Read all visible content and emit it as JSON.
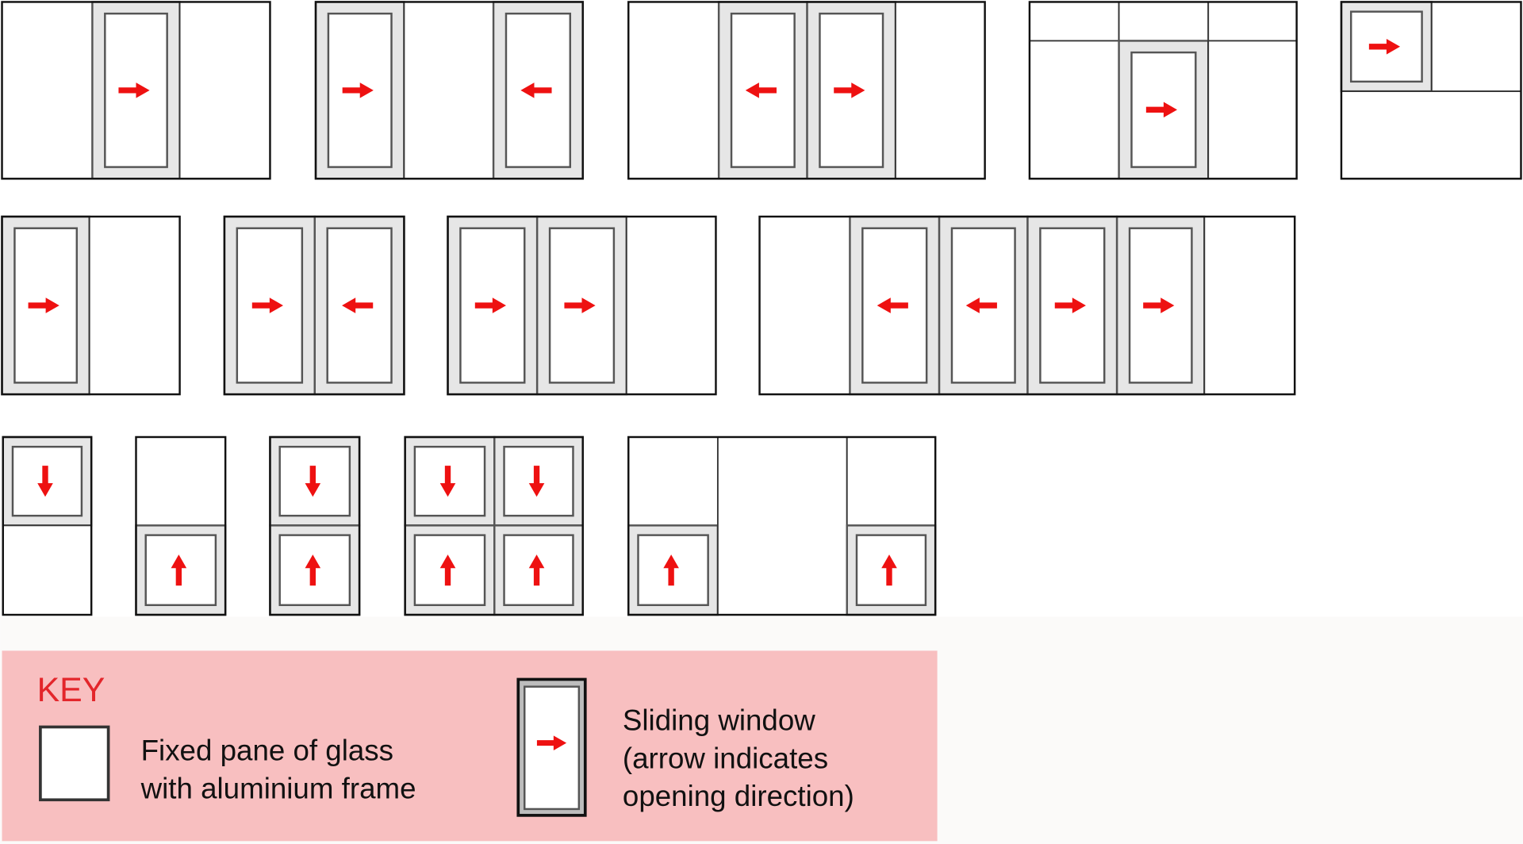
{
  "colors": {
    "frame": "#111111",
    "sash_fill": "#e6e6e6",
    "sash_border": "#555555",
    "arrow": "#ee1111",
    "key_background": "#f8bfc0",
    "key_title": "#e3262b"
  },
  "windows": [
    {
      "name": "fixed-slide-fixed",
      "panes": [
        {
          "type": "fixed"
        },
        {
          "type": "sliding",
          "direction": "right"
        },
        {
          "type": "fixed"
        }
      ]
    },
    {
      "name": "slide-fixed-slide",
      "panes": [
        {
          "type": "sliding",
          "direction": "right"
        },
        {
          "type": "fixed"
        },
        {
          "type": "sliding",
          "direction": "left"
        }
      ]
    },
    {
      "name": "fixed-slide-slide-fixed",
      "panes": [
        {
          "type": "fixed"
        },
        {
          "type": "sliding",
          "direction": "left"
        },
        {
          "type": "sliding",
          "direction": "right"
        },
        {
          "type": "fixed"
        }
      ]
    },
    {
      "name": "transom-centre-slide",
      "panes": [
        {
          "type": "fixed"
        },
        {
          "type": "fixed"
        },
        {
          "type": "fixed"
        },
        {
          "type": "fixed"
        },
        {
          "type": "sliding",
          "direction": "right"
        },
        {
          "type": "fixed"
        }
      ]
    },
    {
      "name": "corner-slide",
      "panes": [
        {
          "type": "sliding",
          "direction": "right"
        },
        {
          "type": "fixed"
        },
        {
          "type": "fixed"
        }
      ]
    },
    {
      "name": "slide-fixed",
      "panes": [
        {
          "type": "sliding",
          "direction": "right"
        },
        {
          "type": "fixed"
        }
      ]
    },
    {
      "name": "slide-slide",
      "panes": [
        {
          "type": "sliding",
          "direction": "right"
        },
        {
          "type": "sliding",
          "direction": "left"
        }
      ]
    },
    {
      "name": "slide-slide-fixed",
      "panes": [
        {
          "type": "sliding",
          "direction": "right"
        },
        {
          "type": "sliding",
          "direction": "right"
        },
        {
          "type": "fixed"
        }
      ]
    },
    {
      "name": "fixed-four-slide-fixed",
      "panes": [
        {
          "type": "fixed"
        },
        {
          "type": "sliding",
          "direction": "left"
        },
        {
          "type": "sliding",
          "direction": "left"
        },
        {
          "type": "sliding",
          "direction": "right"
        },
        {
          "type": "sliding",
          "direction": "right"
        },
        {
          "type": "fixed"
        }
      ]
    },
    {
      "name": "top-slide-down",
      "panes": [
        {
          "type": "sliding",
          "direction": "down"
        },
        {
          "type": "fixed"
        }
      ]
    },
    {
      "name": "bottom-slide-up",
      "panes": [
        {
          "type": "fixed"
        },
        {
          "type": "sliding",
          "direction": "up"
        }
      ]
    },
    {
      "name": "double-hung",
      "panes": [
        {
          "type": "sliding",
          "direction": "down"
        },
        {
          "type": "sliding",
          "direction": "up"
        }
      ]
    },
    {
      "name": "double-hung-pair",
      "panes": [
        {
          "type": "sliding",
          "direction": "down"
        },
        {
          "type": "sliding",
          "direction": "down"
        },
        {
          "type": "sliding",
          "direction": "up"
        },
        {
          "type": "sliding",
          "direction": "up"
        }
      ]
    },
    {
      "name": "picture-with-hung-sides",
      "panes": [
        {
          "type": "fixed"
        },
        {
          "type": "sliding",
          "direction": "up"
        },
        {
          "type": "fixed"
        },
        {
          "type": "fixed"
        },
        {
          "type": "sliding",
          "direction": "up"
        }
      ]
    }
  ],
  "key": {
    "title": "KEY",
    "fixed_line1": "Fixed pane of glass",
    "fixed_line2": "with aluminium frame",
    "sliding_line1": "Sliding window",
    "sliding_line2": "(arrow indicates",
    "sliding_line3": "opening direction)",
    "sliding_direction": "right"
  }
}
